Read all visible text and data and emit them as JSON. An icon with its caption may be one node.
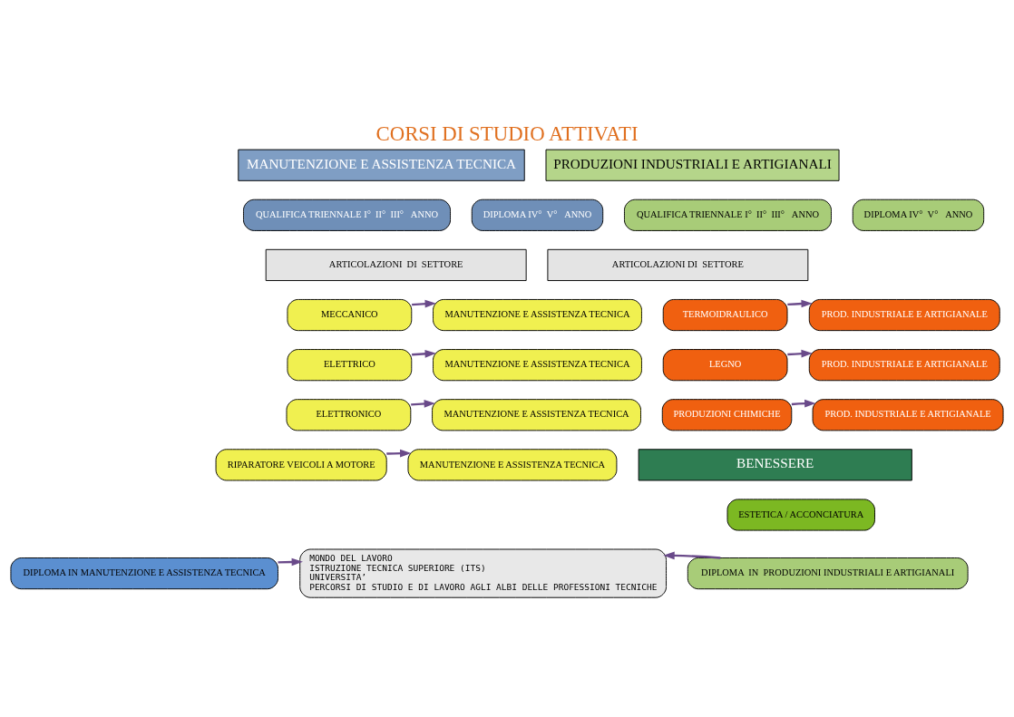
{
  "diagram": {
    "title": "CORSI DI STUDIO ATTIVATI",
    "nodes": [
      {
        "text": [
          "MANUTENZIONE E ASSISTENZA TECNICA"
        ]
      },
      {
        "text": [
          "QUALIFICA TRIENNALE I°  II°  III°   ANNO"
        ]
      },
      {
        "text": [
          "DIPLOMA IV°  V°   ANNO"
        ]
      },
      {
        "text": [
          "ARTICOLAZIONI  DI  SETTORE"
        ]
      },
      {
        "text": [
          "MECCANICO"
        ]
      },
      {
        "text": [
          "MANUTENZIONE E ASSISTENZA TECNICA"
        ]
      },
      {
        "text": [
          "ELETTRICO"
        ]
      },
      {
        "text": [
          "MANUTENZIONE E ASSISTENZA TECNICA"
        ]
      },
      {
        "text": [
          "ELETTRONICO"
        ]
      },
      {
        "text": [
          "MANUTENZIONE E ASSISTENZA TECNICA"
        ]
      },
      {
        "text": [
          "RIPARATORE VEICOLI A MOTORE"
        ]
      },
      {
        "text": [
          "MANUTENZIONE E ASSISTENZA TECNICA"
        ]
      },
      {
        "text": [
          "PRODUZIONI INDUSTRIALI E ARTIGIANALI"
        ]
      },
      {
        "text": [
          "QUALIFICA TRIENNALE I°  II°  III°   ANNO"
        ]
      },
      {
        "text": [
          "DIPLOMA IV°  V°   ANNO"
        ]
      },
      {
        "text": [
          "ARTICOLAZIONI DI  SETTORE"
        ]
      },
      {
        "text": [
          "TERMOIDRAULICO"
        ]
      },
      {
        "text": [
          "PROD. INDUSTRIALE E ARTIGIANALE"
        ]
      },
      {
        "text": [
          "LEGNO"
        ]
      },
      {
        "text": [
          "PROD. INDUSTRIALE E ARTIGIANALE"
        ]
      },
      {
        "text": [
          "PRODUZIONI CHIMICHE"
        ]
      },
      {
        "text": [
          "PROD. INDUSTRIALE E ARTIGIANALE"
        ]
      },
      {
        "text": [
          "BENESSERE"
        ]
      },
      {
        "text": [
          "ESTETICA / ACCONCIATURA"
        ]
      },
      {
        "text": [
          "DIPLOMA IN MANUTENZIONE E ASSISTENZA TECNICA"
        ]
      },
      {
        "text": [
          "MONDO DEL LAVORO",
          "ISTRUZIONE TECNICA SUPERIORE (ITS)",
          "UNIVERSITA’",
          "PERCORSI DI STUDIO E DI LAVORO AGLI ALBI DELLE PROFESSIONI TECNICHE"
        ]
      },
      {
        "text": [
          "DIPLOMA  IN  PRODUZIONI INDUSTRIALI E ARTIGIANALI"
        ]
      }
    ],
    "edges": [
      {
        "from": 4,
        "to": 5,
        "arrow": "to"
      },
      {
        "from": 6,
        "to": 7,
        "arrow": "to"
      },
      {
        "from": 8,
        "to": 9,
        "arrow": "to"
      },
      {
        "from": 10,
        "to": 11,
        "arrow": "to"
      },
      {
        "from": 16,
        "to": 17,
        "arrow": "to"
      },
      {
        "from": 18,
        "to": 19,
        "arrow": "to"
      },
      {
        "from": 20,
        "to": 21,
        "arrow": "to"
      },
      {
        "from": 24,
        "to": 25,
        "arrow": "to"
      },
      {
        "from": 26,
        "to": 25,
        "arrow": "to"
      }
    ]
  }
}
